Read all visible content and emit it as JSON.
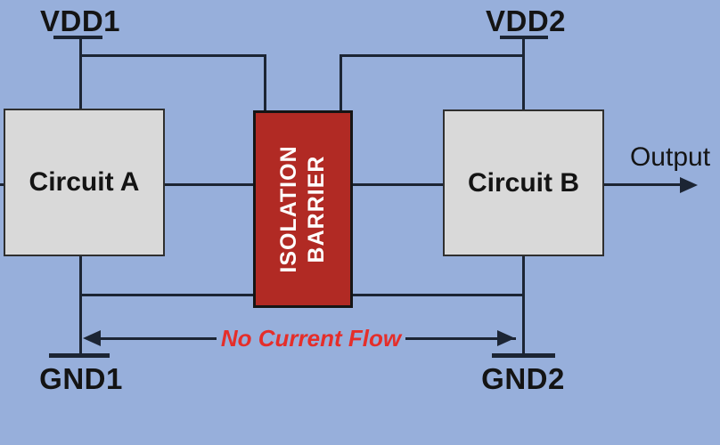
{
  "diagram": {
    "labels": {
      "vdd1": "VDD1",
      "vdd2": "VDD2",
      "gnd1": "GND1",
      "gnd2": "GND2",
      "circuit_a": "Circuit A",
      "circuit_b": "Circuit B",
      "barrier_line1": "ISOLATION",
      "barrier_line2": "BARRIER",
      "output": "Output",
      "annotation": "No Current Flow"
    },
    "colors": {
      "background": "#97afdb",
      "box_fill": "#d9d9d9",
      "box_border": "#2f2f2f",
      "barrier_fill": "#b12a24",
      "barrier_border": "#151515",
      "barrier_text": "#ffffff",
      "wire": "#1c2534",
      "label_text": "#141414",
      "annotation_red": "#e52e2a"
    }
  }
}
